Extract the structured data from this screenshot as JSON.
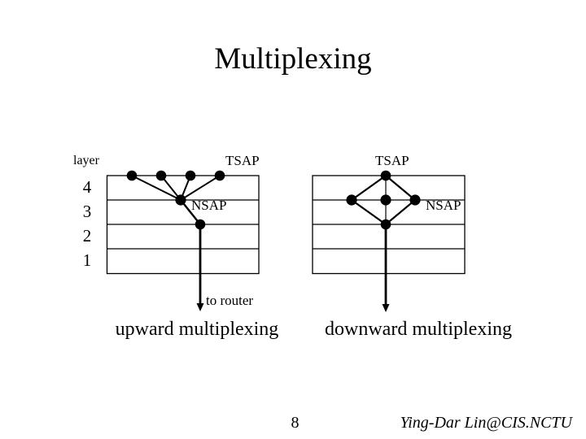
{
  "slide": {
    "title": "Multiplexing",
    "background_color": "#ffffff",
    "ink_color": "#000000"
  },
  "axis": {
    "layer_label": "layer",
    "layer_numbers": [
      "4",
      "3",
      "2",
      "1"
    ]
  },
  "upward": {
    "tsap_label": "TSAP",
    "nsap_label": "NSAP",
    "router_label": "to router",
    "caption": "upward multiplexing"
  },
  "downward": {
    "tsap_label": "TSAP",
    "nsap_label": "NSAP",
    "caption": "downward multiplexing"
  },
  "footer": {
    "page_number": "8",
    "credit": "Ying-Dar Lin@CIS.NCTU"
  }
}
